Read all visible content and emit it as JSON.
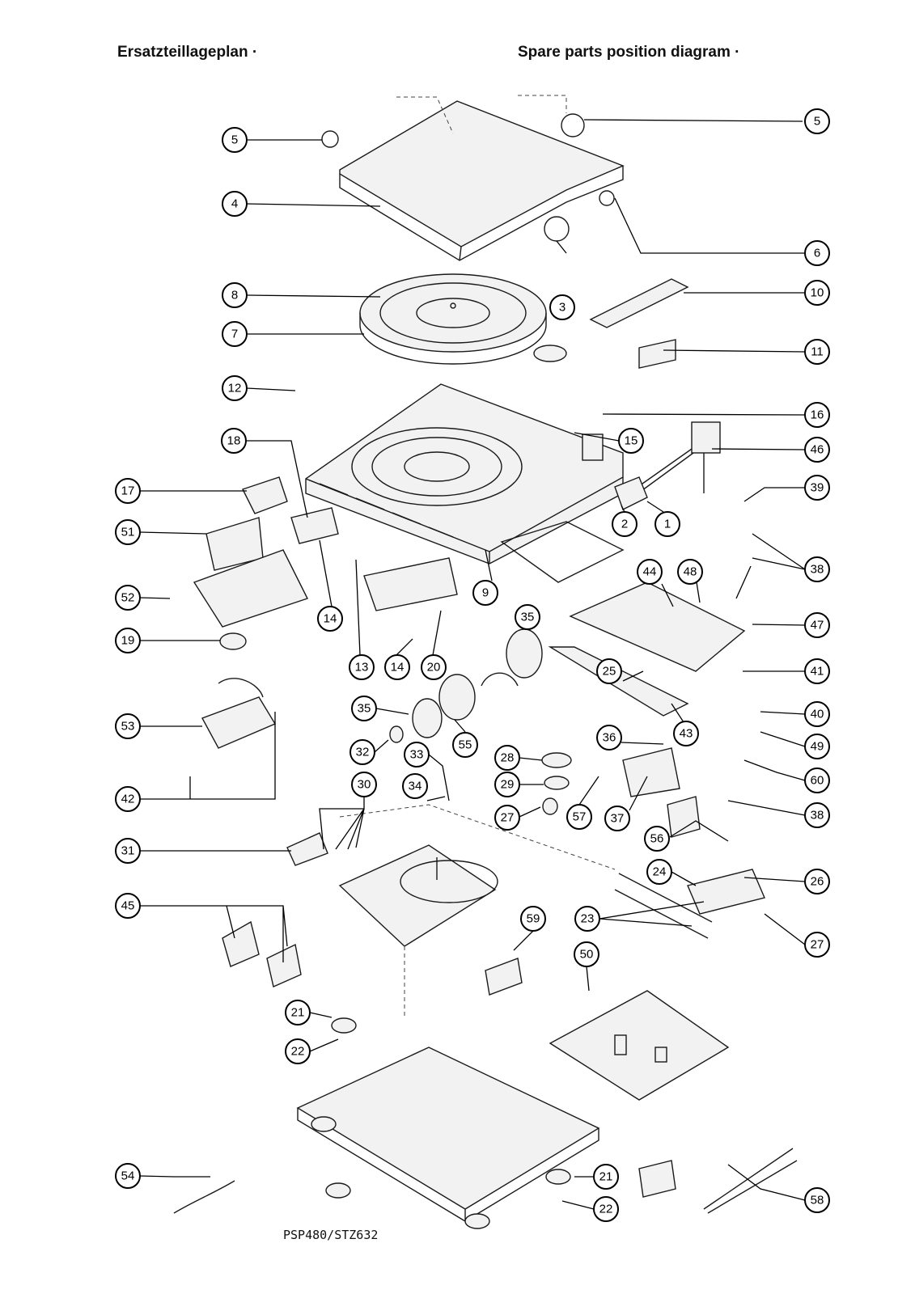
{
  "header": {
    "title_de": "Ersatzteillageplan ·",
    "title_en": "Spare parts position diagram ·"
  },
  "footer": {
    "model": "PSP480/STZ632"
  },
  "callouts": [
    {
      "label": "5"
    },
    {
      "label": "5"
    },
    {
      "label": "4"
    },
    {
      "label": "6"
    },
    {
      "label": "8"
    },
    {
      "label": "10"
    },
    {
      "label": "3"
    },
    {
      "label": "7"
    },
    {
      "label": "11"
    },
    {
      "label": "12"
    },
    {
      "label": "16"
    },
    {
      "label": "15"
    },
    {
      "label": "18"
    },
    {
      "label": "46"
    },
    {
      "label": "17"
    },
    {
      "label": "39"
    },
    {
      "label": "51"
    },
    {
      "label": "2"
    },
    {
      "label": "1"
    },
    {
      "label": "38"
    },
    {
      "label": "44"
    },
    {
      "label": "48"
    },
    {
      "label": "52"
    },
    {
      "label": "14"
    },
    {
      "label": "9"
    },
    {
      "label": "47"
    },
    {
      "label": "35"
    },
    {
      "label": "19"
    },
    {
      "label": "13"
    },
    {
      "label": "14"
    },
    {
      "label": "20"
    },
    {
      "label": "25"
    },
    {
      "label": "41"
    },
    {
      "label": "35"
    },
    {
      "label": "40"
    },
    {
      "label": "53"
    },
    {
      "label": "55"
    },
    {
      "label": "43"
    },
    {
      "label": "49"
    },
    {
      "label": "36"
    },
    {
      "label": "32"
    },
    {
      "label": "28"
    },
    {
      "label": "33"
    },
    {
      "label": "60"
    },
    {
      "label": "30"
    },
    {
      "label": "29"
    },
    {
      "label": "34"
    },
    {
      "label": "42"
    },
    {
      "label": "27"
    },
    {
      "label": "57"
    },
    {
      "label": "37"
    },
    {
      "label": "38"
    },
    {
      "label": "56"
    },
    {
      "label": "31"
    },
    {
      "label": "24"
    },
    {
      "label": "26"
    },
    {
      "label": "45"
    },
    {
      "label": "59"
    },
    {
      "label": "23"
    },
    {
      "label": "27"
    },
    {
      "label": "50"
    },
    {
      "label": "21"
    },
    {
      "label": "22"
    },
    {
      "label": "21"
    },
    {
      "label": "54"
    },
    {
      "label": "22"
    },
    {
      "label": "58"
    }
  ]
}
